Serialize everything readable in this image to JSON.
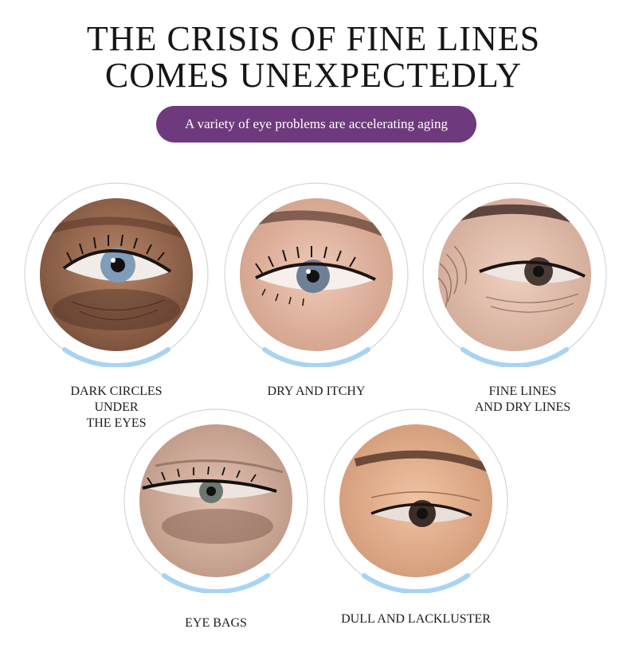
{
  "header": {
    "title_line1": "THE CRISIS OF FINE LINES",
    "title_line2": "COMES UNEXPECTEDLY",
    "subtitle": "A variety of eye problems are accelerating aging"
  },
  "colors": {
    "pill": "#6f3a7d",
    "arc": "#a9d3f2",
    "ring": "#d9d9d9"
  },
  "problems": [
    {
      "label_lines": [
        "DARK CIRCLES",
        "UNDER",
        "THE EYES"
      ],
      "icon": "eye-photo-dark-circles"
    },
    {
      "label_lines": [
        "DRY AND ITCHY"
      ],
      "icon": "eye-photo-dry-itchy"
    },
    {
      "label_lines": [
        "FINE LINES",
        "AND DRY LINES"
      ],
      "icon": "eye-photo-fine-lines"
    },
    {
      "label_lines": [
        "EYE BAGS"
      ],
      "icon": "eye-photo-eye-bags"
    },
    {
      "label_lines": [
        "DULL AND LACKLUSTER"
      ],
      "icon": "eye-photo-dull"
    }
  ]
}
